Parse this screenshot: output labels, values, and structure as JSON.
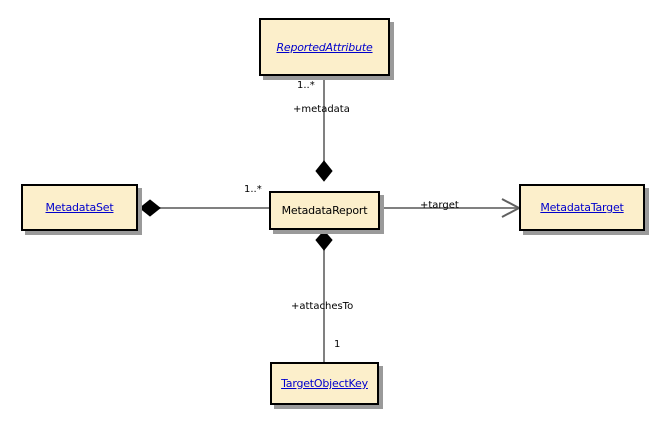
{
  "diagram": {
    "title": "MetadataReport UML class diagram",
    "background_color": "#ffffff",
    "class_fill_color": "#fcefcb",
    "class_border_color": "#000000",
    "shadow_color": "#9a9a9a",
    "link_text_color": "#0000cc",
    "connector_color": "#808080"
  },
  "classes": [
    {
      "id": "reported-attribute",
      "name": "ReportedAttribute",
      "style": "link-italic"
    },
    {
      "id": "metadata-set",
      "name": "MetadataSet",
      "style": "link"
    },
    {
      "id": "metadata-report",
      "name": "MetadataReport",
      "style": "plain"
    },
    {
      "id": "metadata-target",
      "name": "MetadataTarget",
      "style": "link"
    },
    {
      "id": "target-object-key",
      "name": "TargetObjectKey",
      "style": "link"
    }
  ],
  "connectors": [
    {
      "id": "metadata-composition",
      "from": "metadata-report",
      "to": "reported-attribute",
      "role": "+metadata",
      "multiplicity": "1..*",
      "kind": "composition"
    },
    {
      "id": "metadataset-composition",
      "from": "metadata-set",
      "to": "metadata-report",
      "role": "",
      "multiplicity": "1..*",
      "kind": "composition"
    },
    {
      "id": "target-association",
      "from": "metadata-report",
      "to": "metadata-target",
      "role": "+target",
      "multiplicity": "",
      "kind": "navigable-association"
    },
    {
      "id": "attachesto-composition",
      "from": "metadata-report",
      "to": "target-object-key",
      "role": "+attachesTo",
      "multiplicity": "1",
      "kind": "composition"
    }
  ]
}
